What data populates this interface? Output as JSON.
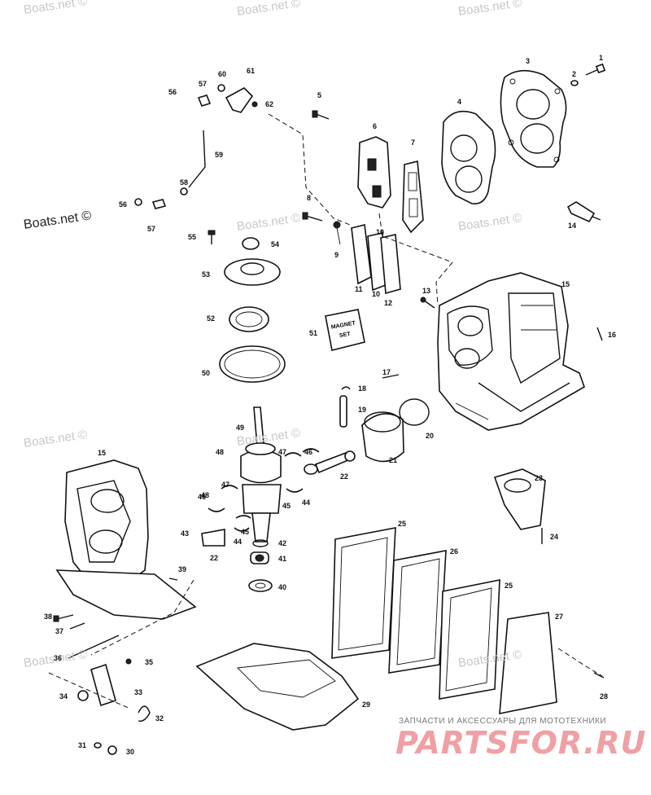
{
  "watermarks": [
    {
      "text": "Boats.net ©",
      "style": "light"
    },
    {
      "text": "Boats.net ©",
      "style": "light"
    },
    {
      "text": "Boats.net ©",
      "style": "light"
    },
    {
      "text": "Boats.net ©",
      "style": "dark"
    },
    {
      "text": "Boats.net ©",
      "style": "light"
    },
    {
      "text": "Boats.net ©",
      "style": "light"
    },
    {
      "text": "Boats.net ©",
      "style": "light"
    },
    {
      "text": "Boats.net ©",
      "style": "light"
    },
    {
      "text": "Boats.net ©",
      "style": "light"
    },
    {
      "text": "Boats.net ©",
      "style": "light"
    }
  ],
  "callouts": [
    "1",
    "2",
    "3",
    "4",
    "5",
    "6",
    "7",
    "8",
    "9",
    "10",
    "10",
    "11",
    "12",
    "13",
    "14",
    "15",
    "15",
    "16",
    "17",
    "18",
    "19",
    "20",
    "21",
    "22",
    "22",
    "23",
    "24",
    "25",
    "25",
    "26",
    "27",
    "28",
    "29",
    "30",
    "31",
    "32",
    "33",
    "34",
    "35",
    "36",
    "37",
    "38",
    "39",
    "40",
    "41",
    "42",
    "43",
    "44",
    "44",
    "45",
    "45",
    "46",
    "46",
    "47",
    "47",
    "48",
    "48",
    "49",
    "50",
    "51",
    "52",
    "53",
    "54",
    "55",
    "56",
    "56",
    "57",
    "57",
    "58",
    "59",
    "60",
    "61",
    "62"
  ],
  "magneto_label": [
    "MAGNET",
    "SET"
  ],
  "brand": {
    "tagline": "ЗАПЧАСТИ И АКСЕССУАРЫ ДЛЯ МОТОТЕХНИКИ",
    "logo": "PARTSFOR.RU"
  },
  "colors": {
    "ink": "#111111",
    "watermark": "#c8c8c8",
    "logo": "#f0a0a4"
  }
}
